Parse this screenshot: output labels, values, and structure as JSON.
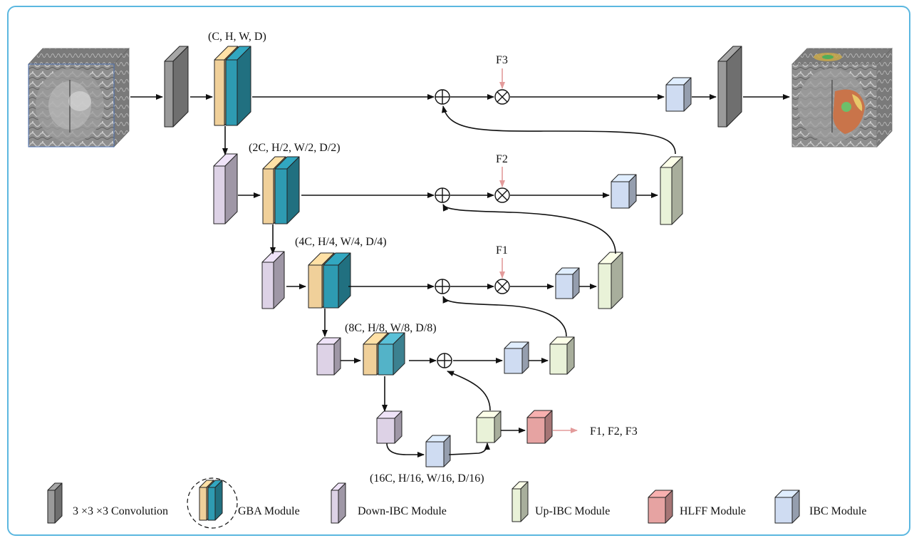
{
  "colors": {
    "conv": "#9a9a9a",
    "gba_tan": "#f0d09a",
    "gba_teal": "#2e9bb2",
    "gba_teal_light": "#53b3c8",
    "down_ibc": "#ddd2e6",
    "up_ibc": "#e9f2d8",
    "hlff": "#e6a3a2",
    "ibc": "#cfdcf2",
    "arrow": "#111111",
    "feat_arrow": "#e39b9b",
    "frame": "#5bb7e0"
  },
  "dims": {
    "l1": "(C, H, W, D)",
    "l2": "(2C, H/2, W/2, D/2)",
    "l3": "(4C, H/4, W/4, D/4)",
    "l4": "(8C, H/8, W/8, D/8)",
    "l5": "(16C, H/16, W/16, D/16)"
  },
  "features": {
    "f1": "F1",
    "f2": "F2",
    "f3": "F3",
    "output": "F1,  F2,  F3"
  },
  "legend": {
    "conv": "3 ×3 ×3 Convolution",
    "gba": "GBA Module",
    "down_ibc": "Down-IBC Module",
    "up_ibc": "Up-IBC Module",
    "hlff": "HLFF Module",
    "ibc": "IBC Module"
  }
}
